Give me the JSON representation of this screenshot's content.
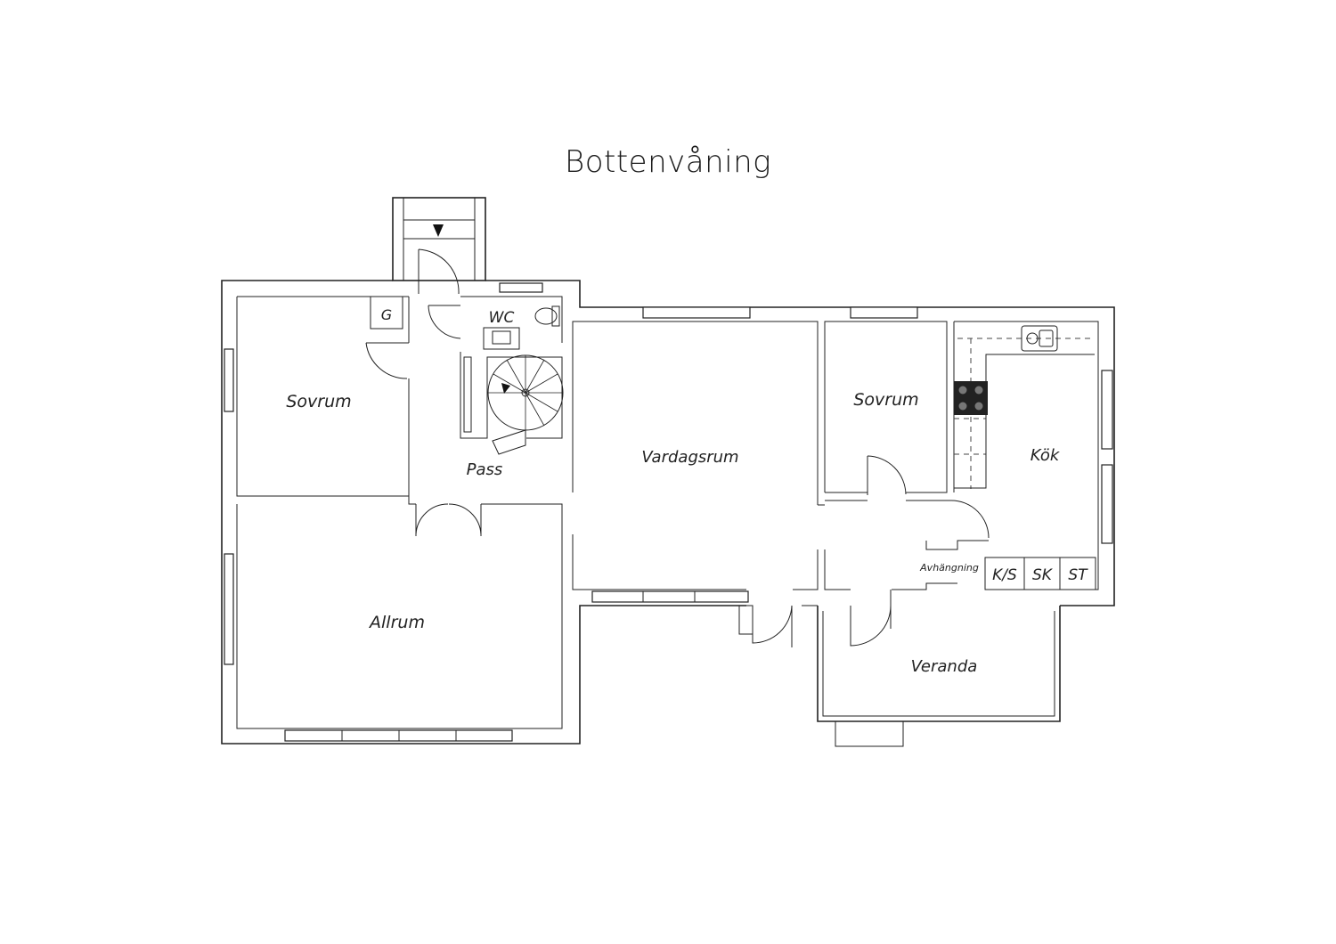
{
  "title": "Bottenvåning",
  "rooms": {
    "sovrum_left": "Sovrum",
    "g": "G",
    "wc": "WC",
    "pass": "Pass",
    "allrum": "Allrum",
    "vardagsrum": "Vardagsrum",
    "sovrum_right": "Sovrum",
    "kok": "Kök",
    "avhangning": "Avhängning",
    "ks": "K/S",
    "sk": "SK",
    "st": "ST",
    "veranda": "Veranda"
  }
}
